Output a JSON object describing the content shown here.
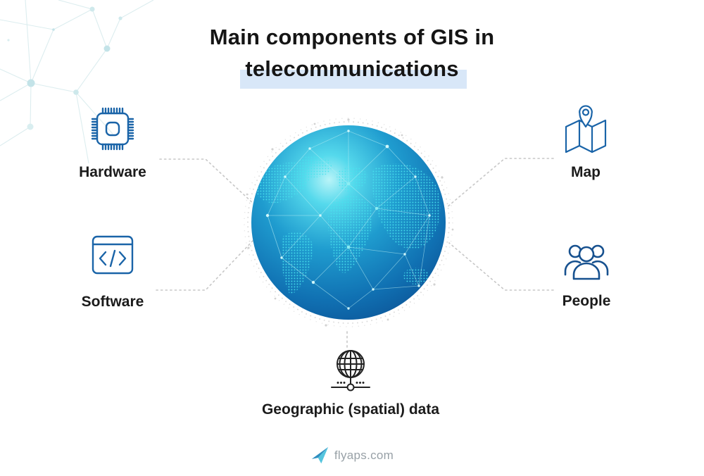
{
  "title": {
    "line1": "Main components of GIS in",
    "line2": "telecommunications"
  },
  "components": {
    "hardware": {
      "label": "Hardware",
      "icon": "chip-icon"
    },
    "software": {
      "label": "Software",
      "icon": "code-window-icon"
    },
    "map": {
      "label": "Map",
      "icon": "map-icon"
    },
    "people": {
      "label": "People",
      "icon": "people-icon"
    },
    "geodata": {
      "label": "Geographic (spatial) data",
      "icon": "globe-network-icon"
    }
  },
  "footer": {
    "brand": "flyaps.com",
    "icon": "paper-plane-icon"
  },
  "colors": {
    "background": "#ffffff",
    "title_text": "#151515",
    "title_highlight": "#d8e7f8",
    "label_text": "#1b1b1b",
    "icon_stroke_blue": "#1a64a8",
    "people_icon_stroke": "#17518f",
    "geodata_icon_stroke": "#222222",
    "connector_gray": "#c7c7c7",
    "globe_deep_blue": "#0c5598",
    "globe_cyan": "#49e3ee",
    "halo_gray": "#d8d8d8",
    "constellation_teal": "#dcedef",
    "brand_text_gray": "#98a1a7",
    "brand_accent_teal": "#55c5de"
  }
}
